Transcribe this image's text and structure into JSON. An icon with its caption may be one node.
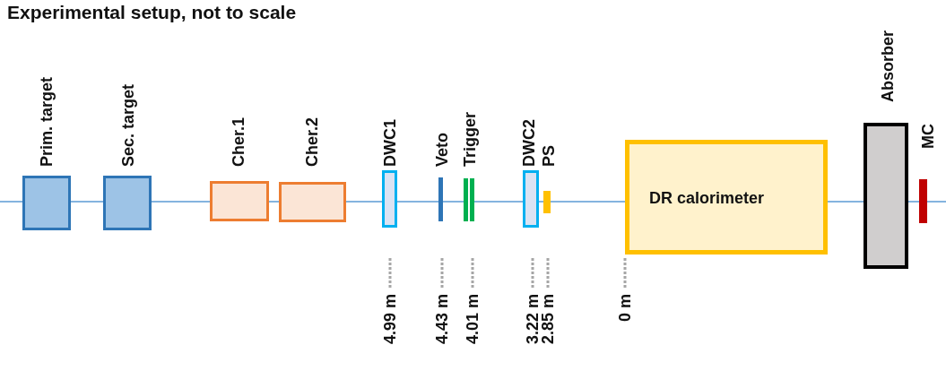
{
  "diagram": {
    "title": "Experimental setup, not to scale",
    "nodes": [
      {
        "text": [
          "Prim. target"
        ]
      },
      {
        "text": [
          "Sec. target"
        ]
      },
      {
        "text": [
          "Cher.1"
        ]
      },
      {
        "text": [
          "Cher.2"
        ]
      },
      {
        "text": [
          "DWC1"
        ],
        "beside": [
          "4.99 m"
        ]
      },
      {
        "text": [
          "Veto"
        ],
        "beside": [
          "4.43 m"
        ]
      },
      {
        "text": [
          "Trigger"
        ],
        "beside": [
          "4.01 m"
        ]
      },
      {
        "text": [
          "DWC2"
        ],
        "beside": [
          "3.22 m"
        ]
      },
      {
        "text": [
          "PS"
        ],
        "beside": [
          "2.85 m"
        ]
      },
      {
        "text": [
          "DR calorimeter"
        ],
        "beside": [
          "0 m"
        ]
      },
      {
        "text": [
          "Absorber"
        ]
      },
      {
        "text": [
          "MC"
        ]
      }
    ],
    "edges": [
      {
        "from": null,
        "to": 0,
        "arrow": "none"
      },
      {
        "from": 0,
        "to": 1,
        "arrow": "none"
      },
      {
        "from": 1,
        "to": 2,
        "arrow": "none"
      },
      {
        "from": 2,
        "to": 3,
        "arrow": "none"
      },
      {
        "from": 3,
        "to": 4,
        "arrow": "none"
      },
      {
        "from": 4,
        "to": 5,
        "arrow": "none"
      },
      {
        "from": 5,
        "to": 6,
        "arrow": "none"
      },
      {
        "from": 6,
        "to": 7,
        "arrow": "none"
      },
      {
        "from": 7,
        "to": 8,
        "arrow": "none"
      },
      {
        "from": 8,
        "to": 9,
        "arrow": "none"
      },
      {
        "from": 9,
        "to": 10,
        "arrow": "none"
      },
      {
        "from": 10,
        "to": 11,
        "arrow": "none"
      },
      {
        "from": 11,
        "to": null,
        "arrow": "none"
      }
    ]
  }
}
